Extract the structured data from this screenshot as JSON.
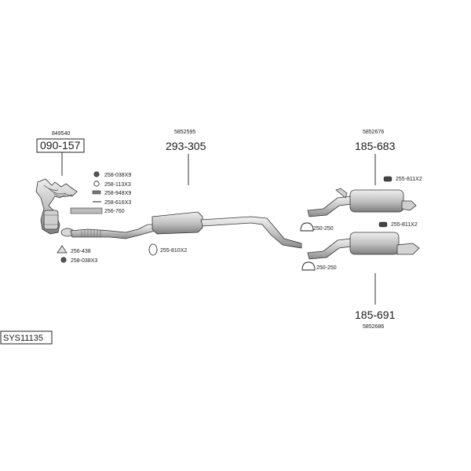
{
  "system": {
    "code": "SYS11135"
  },
  "parts": {
    "manifold": {
      "oe": "849540",
      "number": "090-157"
    },
    "middle": {
      "oe": "5852595",
      "number": "293-305"
    },
    "rear_upper": {
      "oe": "5852676",
      "number": "185-683"
    },
    "rear_lower": {
      "oe": "5852686",
      "number": "185-691"
    }
  },
  "accessories": {
    "a1": "258-038X9",
    "a2": "258-113X3",
    "a3": "258-948X9",
    "a4": "258-616X3",
    "a5": "256-760",
    "a6": "256-438",
    "a7": "258-038X3",
    "a8": "255-810X2",
    "a9": "255-811X2",
    "a10": "255-811X2",
    "a11": "250-250",
    "a12": "250-250"
  }
}
